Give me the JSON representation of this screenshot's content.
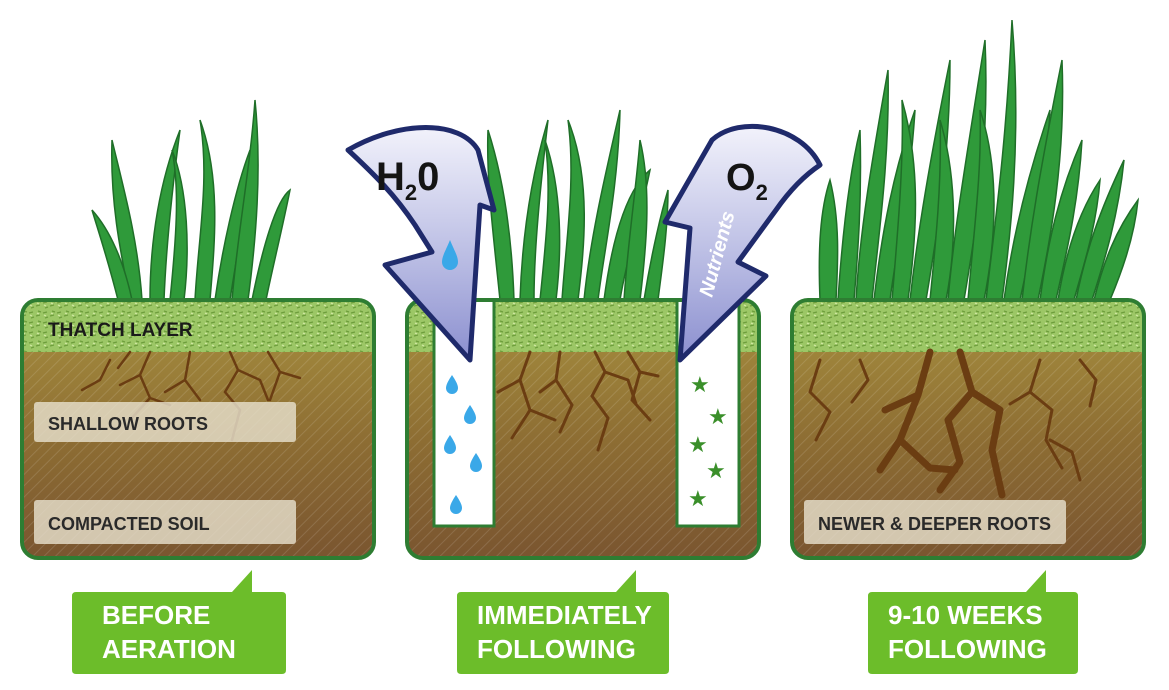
{
  "panels": [
    {
      "id": "before",
      "thatch_label": "THATCH LAYER",
      "labels": [
        "SHALLOW ROOTS",
        "COMPACTED SOIL"
      ],
      "caption": [
        "BEFORE",
        "AERATION"
      ]
    },
    {
      "id": "immediately",
      "arrow_left": {
        "main": "H",
        "sub": "2",
        "tail": "0"
      },
      "arrow_right": {
        "main": "O",
        "sub": "2",
        "side": "Nutrients"
      },
      "caption": [
        "IMMEDIATELY",
        "FOLLOWING"
      ]
    },
    {
      "id": "weeks",
      "labels": [
        "NEWER & DEEPER ROOTS"
      ],
      "caption": [
        "9-10 WEEKS",
        "FOLLOWING"
      ]
    }
  ],
  "colors": {
    "panel_border": "#2e7d32",
    "thatch": "#8fbf5a",
    "soil_top": "#a68a3a",
    "soil_bottom": "#7a5a2c",
    "roots": "#6b3d12",
    "grass": "#2f9a3a",
    "caption_bg": "#6cbd2a",
    "arrow_dark": "#1f2a6b",
    "arrow_light": "#c9cbea",
    "water": "#3aa8e8",
    "nutrient": "#3a8f2a"
  }
}
